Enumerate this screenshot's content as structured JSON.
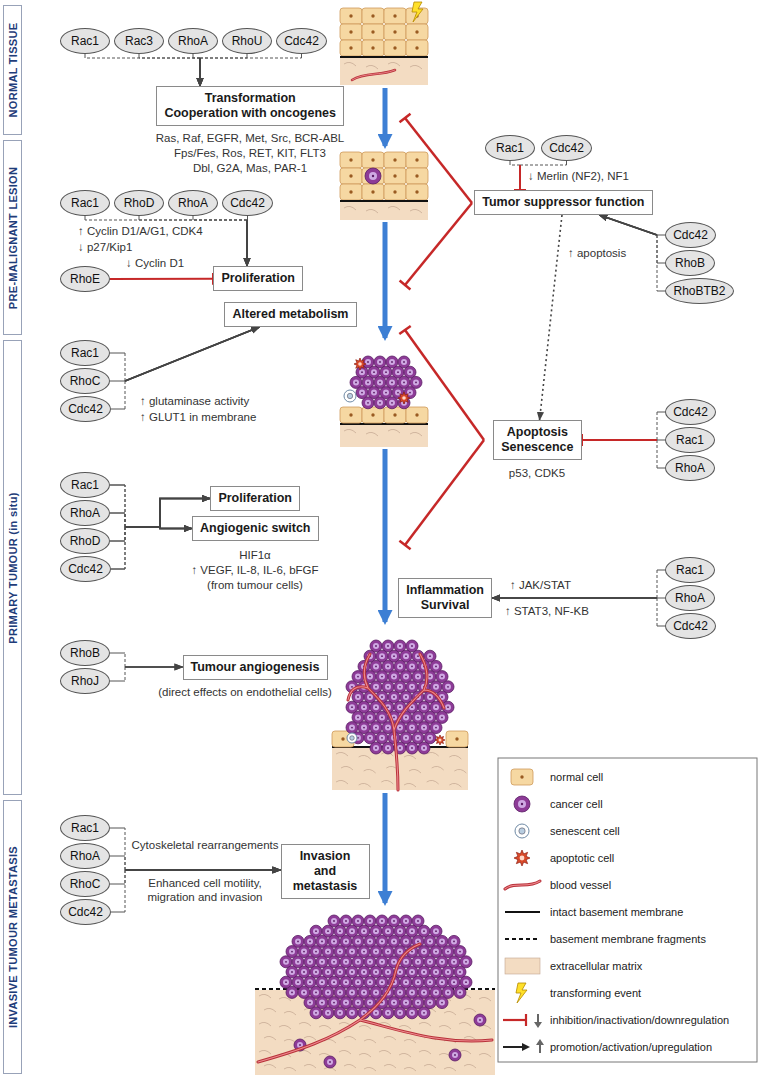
{
  "diagram": {
    "nodes": [
      {
        "text": [
          "NORMAL TISSUE"
        ]
      },
      {
        "text": [
          "PRE-MALIGNANT LESION"
        ]
      },
      {
        "text": [
          "PRIMARY TUMOUR (in situ)"
        ]
      },
      {
        "text": [
          "INVASIVE TUMOUR METASTASIS"
        ]
      },
      {
        "text": [
          "Rac1"
        ]
      },
      {
        "text": [
          "Rac3"
        ]
      },
      {
        "text": [
          "RhoA"
        ]
      },
      {
        "text": [
          "RhoU"
        ]
      },
      {
        "text": [
          "Cdc42"
        ]
      },
      {
        "text": [
          "Transformation",
          "Cooperation with oncogenes"
        ]
      },
      {
        "text": [
          "Rac1"
        ]
      },
      {
        "text": [
          "Cdc42"
        ]
      },
      {
        "text": [
          "Tumor suppressor function"
        ]
      },
      {
        "text": [
          "Rac1"
        ]
      },
      {
        "text": [
          "RhoD"
        ]
      },
      {
        "text": [
          "RhoA"
        ]
      },
      {
        "text": [
          "Cdc42"
        ]
      },
      {
        "text": [
          "Cdc42"
        ]
      },
      {
        "text": [
          "RhoB"
        ]
      },
      {
        "text": [
          "RhoBTB2"
        ]
      },
      {
        "text": [
          "RhoE"
        ]
      },
      {
        "text": [
          "Proliferation"
        ]
      },
      {
        "text": [
          "Altered metabolism"
        ]
      },
      {
        "text": [
          "Rac1"
        ]
      },
      {
        "text": [
          "RhoC"
        ]
      },
      {
        "text": [
          "Cdc42"
        ]
      },
      {
        "text": [
          "Apoptosis",
          "Senescence"
        ]
      },
      {
        "text": [
          "Cdc42"
        ]
      },
      {
        "text": [
          "Rac1"
        ]
      },
      {
        "text": [
          "RhoA"
        ]
      },
      {
        "text": [
          "Rac1"
        ]
      },
      {
        "text": [
          "RhoA"
        ]
      },
      {
        "text": [
          "RhoD"
        ]
      },
      {
        "text": [
          "Cdc42"
        ]
      },
      {
        "text": [
          "Proliferation"
        ]
      },
      {
        "text": [
          "Angiogenic switch"
        ]
      },
      {
        "text": [
          "Inflammation",
          "Survival"
        ]
      },
      {
        "text": [
          "Rac1"
        ]
      },
      {
        "text": [
          "RhoA"
        ]
      },
      {
        "text": [
          "Cdc42"
        ]
      },
      {
        "text": [
          "RhoB"
        ]
      },
      {
        "text": [
          "RhoJ"
        ]
      },
      {
        "text": [
          "Tumour angiogenesis"
        ]
      },
      {
        "text": [
          "Rac1"
        ]
      },
      {
        "text": [
          "RhoA"
        ]
      },
      {
        "text": [
          "RhoC"
        ]
      },
      {
        "text": [
          "Cdc42"
        ]
      },
      {
        "text": [
          "Invasion and metastasis"
        ]
      }
    ],
    "edges": [
      {
        "from": 4,
        "to": 9,
        "arrow": "to"
      },
      {
        "from": 5,
        "to": 9,
        "arrow": "to"
      },
      {
        "from": 6,
        "to": 9,
        "arrow": "to"
      },
      {
        "from": 7,
        "to": 9,
        "arrow": "to"
      },
      {
        "from": 8,
        "to": 9,
        "arrow": "to"
      },
      {
        "from": 10,
        "to": 12,
        "arrow": "to"
      },
      {
        "from": 11,
        "to": 12,
        "arrow": "to"
      },
      {
        "from": 17,
        "to": 12,
        "arrow": "to"
      },
      {
        "from": 18,
        "to": 12,
        "arrow": "to"
      },
      {
        "from": 19,
        "to": 12,
        "arrow": "to"
      },
      {
        "from": 13,
        "to": 21,
        "arrow": "to"
      },
      {
        "from": 14,
        "to": 21,
        "arrow": "to"
      },
      {
        "from": 15,
        "to": 21,
        "arrow": "to"
      },
      {
        "from": 16,
        "to": 21,
        "arrow": "to"
      },
      {
        "from": 20,
        "to": 21,
        "arrow": "to"
      },
      {
        "from": 23,
        "to": 22,
        "arrow": "to"
      },
      {
        "from": 24,
        "to": 22,
        "arrow": "to"
      },
      {
        "from": 25,
        "to": 22,
        "arrow": "to"
      },
      {
        "from": 12,
        "to": 26,
        "arrow": "to"
      },
      {
        "from": 27,
        "to": 26,
        "arrow": "to"
      },
      {
        "from": 28,
        "to": 26,
        "arrow": "to"
      },
      {
        "from": 29,
        "to": 26,
        "arrow": "to"
      },
      {
        "from": 30,
        "to": 34,
        "arrow": "to"
      },
      {
        "from": 31,
        "to": 34,
        "arrow": "to"
      },
      {
        "from": 32,
        "to": 34,
        "arrow": "to"
      },
      {
        "from": 33,
        "to": 34,
        "arrow": "to"
      },
      {
        "from": 30,
        "to": 35,
        "arrow": "to"
      },
      {
        "from": 31,
        "to": 35,
        "arrow": "to"
      },
      {
        "from": 32,
        "to": 35,
        "arrow": "to"
      },
      {
        "from": 33,
        "to": 35,
        "arrow": "to"
      },
      {
        "from": 37,
        "to": 36,
        "arrow": "to"
      },
      {
        "from": 38,
        "to": 36,
        "arrow": "to"
      },
      {
        "from": 39,
        "to": 36,
        "arrow": "to"
      },
      {
        "from": 40,
        "to": 42,
        "arrow": "to"
      },
      {
        "from": 41,
        "to": 42,
        "arrow": "to"
      },
      {
        "from": 43,
        "to": 47,
        "arrow": "to"
      },
      {
        "from": 44,
        "to": 47,
        "arrow": "to"
      },
      {
        "from": 45,
        "to": 47,
        "arrow": "to"
      },
      {
        "from": 46,
        "to": 47,
        "arrow": "to"
      }
    ],
    "labels": [
      "Ras, Raf, EGFR, Met, Src, BCR-ABL",
      "Fps/Fes, Ros, RET, KIT, FLT3",
      "Dbl, G2A, Mas, PAR-1",
      "↓ Merlin (NF2), NF1",
      "↑ Cyclin D1/A/G1, CDK4",
      "↓ p27/Kip1",
      "↑ apoptosis",
      "↓ Cyclin D1",
      "↑ glutaminase activity",
      "↑ GLUT1 in membrane",
      "p53, CDK5",
      "HIF1α",
      "↑ VEGF, IL-8, IL-6, bFGF",
      "(from tumour cells)",
      "↑ JAK/STAT",
      "↑ STAT3, NF-KB",
      "(direct effects on endothelial cells)",
      "Cytoskeletal rearrangements",
      "Enhanced cell motility, migration and invasion"
    ],
    "legend": [
      {
        "text": "normal cell"
      },
      {
        "text": "cancer cell"
      },
      {
        "text": "senescent cell"
      },
      {
        "text": "apoptotic cell"
      },
      {
        "text": "blood vessel"
      },
      {
        "text": "intact basement membrane"
      },
      {
        "text": "basement membrane fragments"
      },
      {
        "text": "extracellular matrix",
        "color": "#f3dcc2"
      },
      {
        "text": "transforming event"
      },
      {
        "text": "inhibition/inactivation/downregulation"
      },
      {
        "text": "promotion/activation/upregulation"
      }
    ]
  }
}
